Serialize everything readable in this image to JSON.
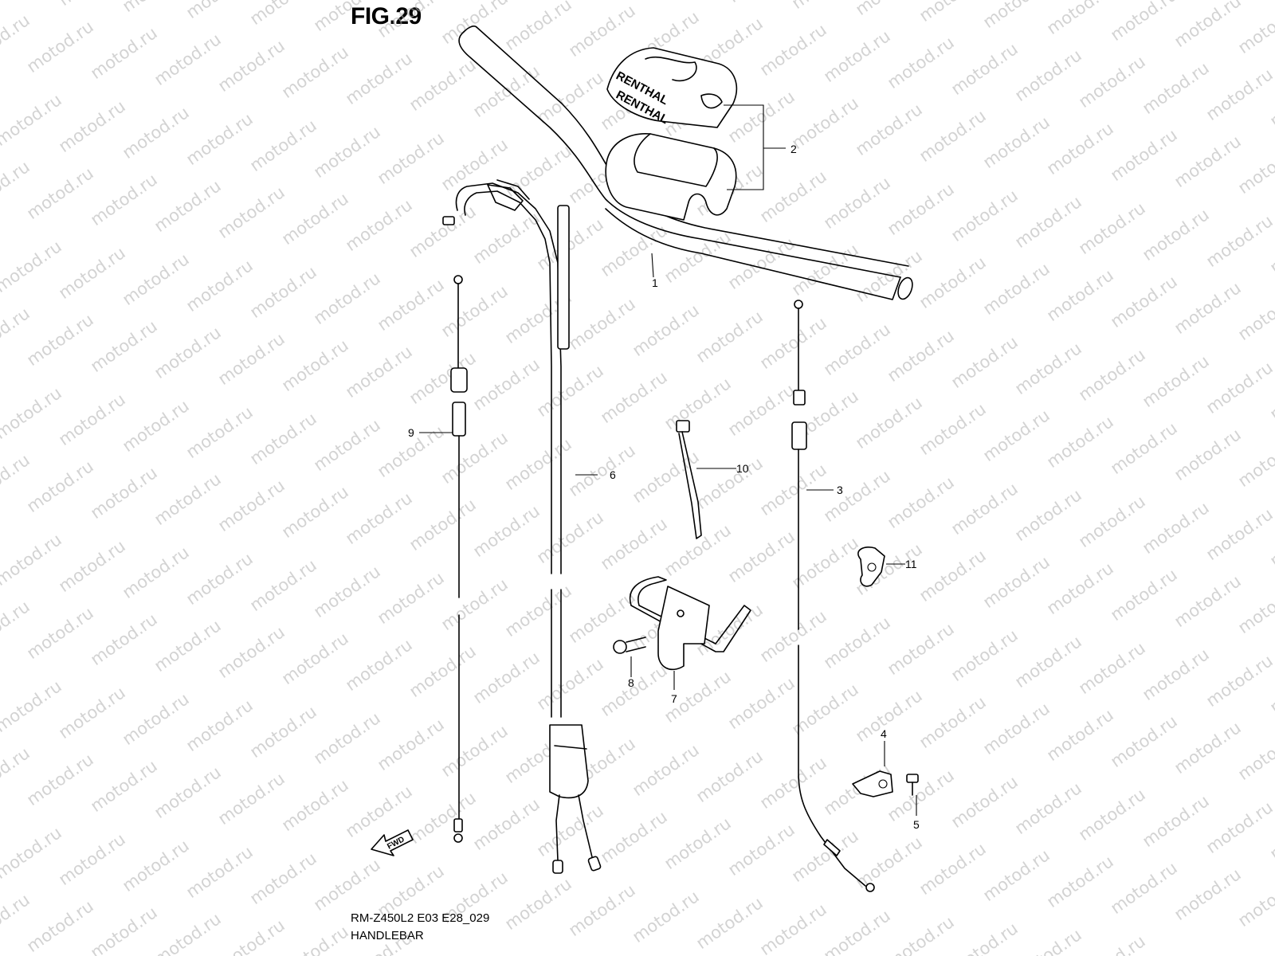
{
  "figure": {
    "title": "FIG.29",
    "model_code": "RM-Z450L2 E03 E28_029",
    "section_name": "HANDLEBAR"
  },
  "pad_brand_text": "RENTHAL",
  "fwd_label": "FWD",
  "watermark": "motod.ru",
  "callouts": [
    {
      "id": "1",
      "label": "1"
    },
    {
      "id": "2",
      "label": "2"
    },
    {
      "id": "3",
      "label": "3"
    },
    {
      "id": "4",
      "label": "4"
    },
    {
      "id": "5",
      "label": "5"
    },
    {
      "id": "6",
      "label": "6"
    },
    {
      "id": "7",
      "label": "7"
    },
    {
      "id": "8",
      "label": "8"
    },
    {
      "id": "9",
      "label": "9"
    },
    {
      "id": "10",
      "label": "10"
    },
    {
      "id": "11",
      "label": "11"
    }
  ]
}
